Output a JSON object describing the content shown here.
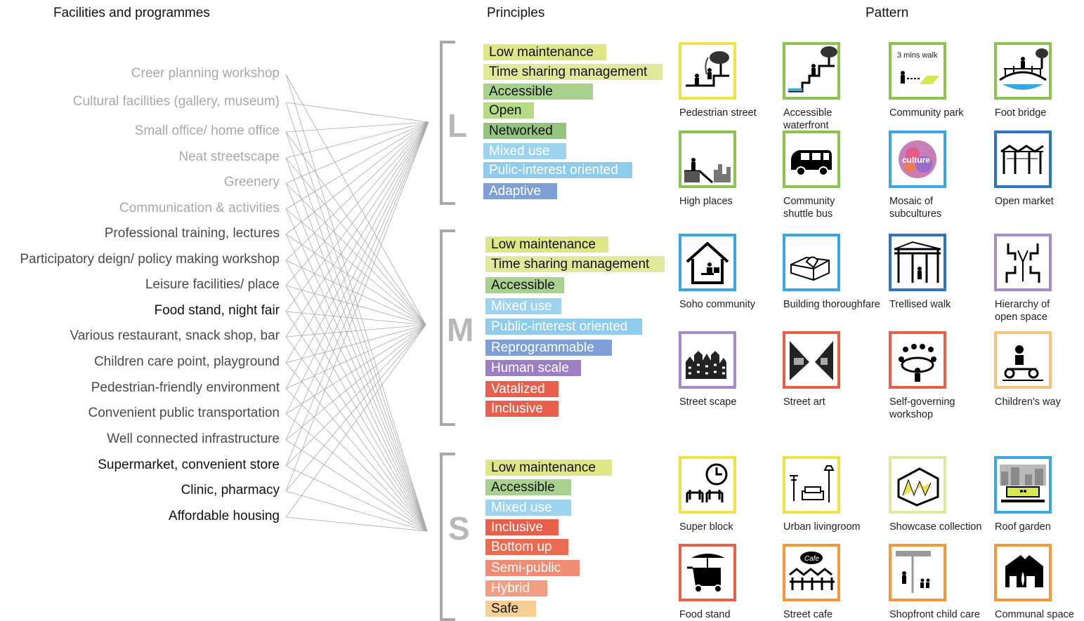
{
  "headers": {
    "facilities": "Facilities and programmes",
    "principles": "Principles",
    "pattern": "Pattern"
  },
  "facilities": [
    {
      "text": "Creer planning workshop",
      "tone": "light"
    },
    {
      "text": "Cultural facilities (gallery, museum)",
      "tone": "light"
    },
    {
      "text": "Small office/ home office",
      "tone": "light"
    },
    {
      "text": "Neat streetscape",
      "tone": "light"
    },
    {
      "text": "Greenery",
      "tone": "light"
    },
    {
      "text": "Communication & activities",
      "tone": "light"
    },
    {
      "text": "Professional training, lectures",
      "tone": "mid"
    },
    {
      "text": "Participatory deign/ policy making workshop",
      "tone": "mid"
    },
    {
      "text": "Leisure facilities/ place",
      "tone": "mid"
    },
    {
      "text": "Food stand, night fair",
      "tone": "dark"
    },
    {
      "text": "Various restaurant, snack shop, bar",
      "tone": "mid"
    },
    {
      "text": "Children care point, playground",
      "tone": "mid"
    },
    {
      "text": "Pedestrian-friendly environment",
      "tone": "mid"
    },
    {
      "text": "Convenient public transportation",
      "tone": "mid"
    },
    {
      "text": "Well connected infrastructure",
      "tone": "mid"
    },
    {
      "text": "Supermarket, convenient store",
      "tone": "dark"
    },
    {
      "text": "Clinic, pharmacy",
      "tone": "dark"
    },
    {
      "text": "Affordable housing",
      "tone": "dark"
    }
  ],
  "links": {
    "L": [
      1,
      2,
      3,
      4,
      5,
      6,
      7,
      8,
      9,
      10,
      11,
      12,
      13,
      14,
      15,
      16
    ],
    "M": [
      0,
      2,
      3,
      4,
      5,
      6,
      7,
      8,
      9,
      10,
      11,
      12,
      13,
      14,
      15,
      16,
      17
    ],
    "S": [
      0,
      1,
      2,
      3,
      4,
      5,
      6,
      7,
      8,
      9,
      10,
      11,
      12,
      13,
      14,
      15,
      16,
      17
    ]
  },
  "scales": [
    {
      "letter": "L",
      "principles": [
        {
          "text": "Low maintenance",
          "color": "#dfe685",
          "textColor": "#111"
        },
        {
          "text": "Time sharing management",
          "color": "#e2e89a",
          "textColor": "#111"
        },
        {
          "text": "Accessible",
          "color": "#a9d18e",
          "textColor": "#111"
        },
        {
          "text": "Open",
          "color": "#b5dc84",
          "textColor": "#111"
        },
        {
          "text": "Networked",
          "color": "#94c47d",
          "textColor": "#111"
        },
        {
          "text": "Mixed use",
          "color": "#9dd3ef",
          "textColor": "#ffffff"
        },
        {
          "text": "Pulic-interest oriented",
          "color": "#8fcbea",
          "textColor": "#ffffff"
        },
        {
          "text": "Adaptive",
          "color": "#7d9fd6",
          "textColor": "#ffffff"
        }
      ]
    },
    {
      "letter": "M",
      "principles": [
        {
          "text": "Low maintenance",
          "color": "#dfe685",
          "textColor": "#111"
        },
        {
          "text": "Time sharing management",
          "color": "#e2e89a",
          "textColor": "#111"
        },
        {
          "text": "Accessible",
          "color": "#a9d18e",
          "textColor": "#111"
        },
        {
          "text": "Mixed use",
          "color": "#9dd3ef",
          "textColor": "#ffffff"
        },
        {
          "text": "Public-interest oriented",
          "color": "#8fcbea",
          "textColor": "#ffffff"
        },
        {
          "text": "Reprogrammable",
          "color": "#7d9fd6",
          "textColor": "#ffffff"
        },
        {
          "text": "Human scale",
          "color": "#9d7ec4",
          "textColor": "#ffffff"
        },
        {
          "text": "Vatalized",
          "color": "#e8604c",
          "textColor": "#ffffff"
        },
        {
          "text": "Inclusive",
          "color": "#e8604c",
          "textColor": "#ffffff"
        }
      ]
    },
    {
      "letter": "S",
      "principles": [
        {
          "text": "Low maintenance",
          "color": "#dfe685",
          "textColor": "#111"
        },
        {
          "text": "Accessible",
          "color": "#a9d18e",
          "textColor": "#111"
        },
        {
          "text": "Mixed use",
          "color": "#9dd3ef",
          "textColor": "#ffffff"
        },
        {
          "text": "Inclusive",
          "color": "#e8604c",
          "textColor": "#ffffff"
        },
        {
          "text": "Bottom up",
          "color": "#ea6a52",
          "textColor": "#ffffff"
        },
        {
          "text": "Semi-public",
          "color": "#f08c74",
          "textColor": "#ffffff"
        },
        {
          "text": "Hybrid",
          "color": "#f29c84",
          "textColor": "#ffffff"
        },
        {
          "text": "Safe",
          "color": "#f7cf94",
          "textColor": "#111"
        }
      ]
    }
  ],
  "patterns": [
    {
      "id": "pedestrian-street",
      "lines": [
        "Pedestrian street"
      ],
      "border": "#f0e04a",
      "icon": "pedestrian-street-icon"
    },
    {
      "id": "accessible-waterfront",
      "lines": [
        "Accessible",
        "waterfront"
      ],
      "border": "#8cc453",
      "icon": "accessible-waterfront-icon"
    },
    {
      "id": "community-park",
      "lines": [
        "Community park"
      ],
      "border": "#8cc453",
      "icon": "community-park-icon",
      "innerText": "3 mins walk"
    },
    {
      "id": "foot-bridge",
      "lines": [
        "Foot bridge"
      ],
      "border": "#8cc453",
      "icon": "foot-bridge-icon"
    },
    {
      "id": "high-places",
      "lines": [
        "High places"
      ],
      "border": "#8cc453",
      "icon": "high-places-icon"
    },
    {
      "id": "community-shuttle-bus",
      "lines": [
        "Community",
        "shuttle bus"
      ],
      "border": "#8cc453",
      "icon": "shuttle-bus-icon"
    },
    {
      "id": "mosaic-of-subcultures",
      "lines": [
        "Mosaic of",
        "subcultures"
      ],
      "border": "#3aa7e0",
      "icon": "culture-mosaic-icon",
      "innerText": "culture"
    },
    {
      "id": "open-market",
      "lines": [
        "Open market"
      ],
      "border": "#2f76c0",
      "icon": "open-market-icon"
    },
    {
      "id": "soho-community",
      "lines": [
        "Soho community"
      ],
      "border": "#3aa7e0",
      "icon": "soho-house-icon"
    },
    {
      "id": "building-thoroughfare",
      "lines": [
        "Building thoroughfare"
      ],
      "border": "#3aa7e0",
      "icon": "building-thoroughfare-icon"
    },
    {
      "id": "trellised-walk",
      "lines": [
        "Trellised walk"
      ],
      "border": "#2f76c0",
      "icon": "trellis-icon"
    },
    {
      "id": "hierarchy-of-open-space",
      "lines": [
        "Hierarchy of",
        "open space"
      ],
      "border": "#a48cc8",
      "icon": "hierarchy-icon"
    },
    {
      "id": "street-scape",
      "lines": [
        "Street scape"
      ],
      "border": "#a48cc8",
      "icon": "street-scape-icon"
    },
    {
      "id": "street-art",
      "lines": [
        "Street art"
      ],
      "border": "#e8604c",
      "icon": "street-art-icon"
    },
    {
      "id": "self-governing-workshop",
      "lines": [
        "Self-governing",
        "workshop"
      ],
      "border": "#e8604c",
      "icon": "workshop-icon"
    },
    {
      "id": "childrens-way",
      "lines": [
        "Children's way"
      ],
      "border": "#f6c27a",
      "icon": "child-tricycle-icon"
    },
    {
      "id": "super-block",
      "lines": [
        "Super block"
      ],
      "border": "#f0e04a",
      "icon": "clock-bench-icon"
    },
    {
      "id": "urban-livingroom",
      "lines": [
        "Urban livingroom"
      ],
      "border": "#f0e04a",
      "icon": "livingroom-icon"
    },
    {
      "id": "showcase-collection",
      "lines": [
        "Showcase collection"
      ],
      "border": "#e2e89a",
      "icon": "showcase-icon"
    },
    {
      "id": "roof-garden",
      "lines": [
        "Roof garden"
      ],
      "border": "#3aa7e0",
      "icon": "roof-garden-icon"
    },
    {
      "id": "food-stand",
      "lines": [
        "Food stand"
      ],
      "border": "#e8604c",
      "icon": "food-cart-icon"
    },
    {
      "id": "street-cafe",
      "lines": [
        "Street cafe"
      ],
      "border": "#f29a3a",
      "icon": "cafe-icon",
      "innerText": "Cafe"
    },
    {
      "id": "shopfront-child-care",
      "lines": [
        "Shopfront child care"
      ],
      "border": "#f29a3a",
      "icon": "child-care-icon"
    },
    {
      "id": "communal-space",
      "lines": [
        "Communal space"
      ],
      "border": "#f29a3a",
      "icon": "communal-space-icon"
    }
  ]
}
